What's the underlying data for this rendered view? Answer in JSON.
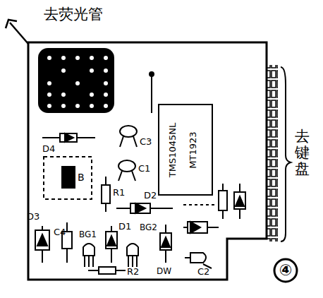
{
  "diagram": {
    "nodes": [
      {
        "text": [
          "TMS1045NL",
          "MT1923"
        ]
      },
      {
        "text": [
          "B"
        ]
      }
    ],
    "labels": [
      "去荧光管",
      "去键盘",
      "D4",
      "C3",
      "C1",
      "R1",
      "D2",
      "D3",
      "C4",
      "BG1",
      "D1",
      "BG2",
      "DW",
      "R2",
      "C2",
      "④"
    ]
  }
}
